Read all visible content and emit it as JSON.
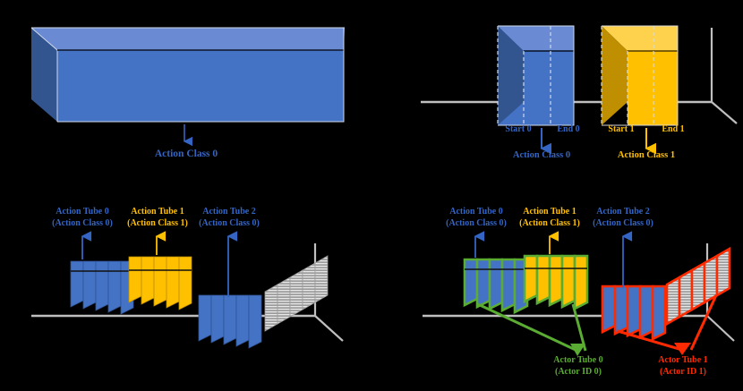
{
  "figure": {
    "title": "",
    "background": "#000000",
    "colors": {
      "blue_front": "#4472c4",
      "blue_top": "#6a8bd4",
      "blue_side": "#33558f",
      "blue_text": "#3465c4",
      "yellow_front": "#ffc000",
      "yellow_top": "#ffd24d",
      "yellow_side": "#bf8f00",
      "yellow_text": "#ffc000",
      "green": "#5aac32",
      "red": "#ff2a00",
      "gray_axis": "#bfbfbf",
      "gray_slice": "#d9d9d9"
    }
  },
  "panels": {
    "top_left": {
      "name": "action-recognition",
      "box_label": "Action Class 0",
      "box_color": "blue"
    },
    "top_right": {
      "name": "temporal-action-localization",
      "boxes": [
        {
          "color": "blue",
          "start_label": "Start 0",
          "end_label": "End 0",
          "class_label": "Action Class 0"
        },
        {
          "color": "yellow",
          "start_label": "Start 1",
          "end_label": "End 1",
          "class_label": "Action Class 1"
        }
      ]
    },
    "bottom_left": {
      "name": "spatio-temporal-action-detection",
      "tubes": [
        {
          "title": "Action Tube  0",
          "subtitle": "(Action Class 0)",
          "color": "blue",
          "slices": 5
        },
        {
          "title": "Action Tube  1",
          "subtitle": "(Action Class 1)",
          "color": "yellow",
          "slices": 5
        },
        {
          "title": "Action Tube  2",
          "subtitle": "(Action Class 0)",
          "color": "blue",
          "slices": 5
        },
        {
          "title": "",
          "subtitle": "",
          "color": "gray",
          "slices": 5
        }
      ]
    },
    "bottom_right": {
      "name": "actor-centric-action-detection",
      "tubes": [
        {
          "title": "Action Tube  0",
          "subtitle": "(Action Class 0)",
          "color": "blue",
          "outline": "green",
          "slices": 5
        },
        {
          "title": "Action Tube  1",
          "subtitle": "(Action Class 1)",
          "color": "yellow",
          "outline": "green",
          "slices": 5
        },
        {
          "title": "Action Tube  2",
          "subtitle": "(Action Class 0)",
          "color": "blue",
          "outline": "red",
          "slices": 5
        },
        {
          "title": "",
          "subtitle": "",
          "color": "gray",
          "outline": "red",
          "slices": 5
        }
      ],
      "actor_tubes": [
        {
          "title": "Actor Tube 0",
          "subtitle": "(Actor ID 0)",
          "color": "green"
        },
        {
          "title": "Actor Tube 1",
          "subtitle": "(Actor ID 1)",
          "color": "red"
        }
      ]
    }
  }
}
